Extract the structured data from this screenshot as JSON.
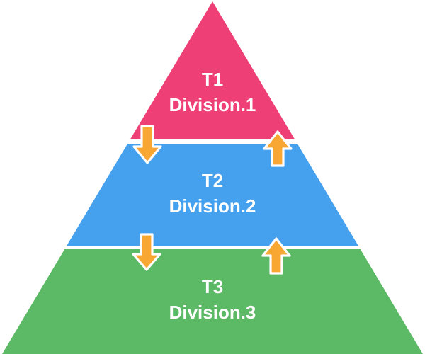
{
  "diagram": {
    "type": "pyramid",
    "background_color": "#ffffff",
    "text_color": "#ffffff",
    "tiers": [
      {
        "name": "tier-1",
        "line1": "T1",
        "line2": "Division.1",
        "color": "#ee4077"
      },
      {
        "name": "tier-2",
        "line1": "T2",
        "line2": "Division.2",
        "color": "#45a1ee"
      },
      {
        "name": "tier-3",
        "line1": "T3",
        "line2": "Division.3",
        "color": "#5cb966"
      }
    ],
    "arrows": {
      "fill_color": "#f9a733",
      "outline_color": "#ffffff",
      "items": [
        {
          "icon": "arrow-down-icon",
          "between": "tier-1/tier-2",
          "side": "left"
        },
        {
          "icon": "arrow-up-icon",
          "between": "tier-1/tier-2",
          "side": "right"
        },
        {
          "icon": "arrow-down-icon",
          "between": "tier-2/tier-3",
          "side": "left"
        },
        {
          "icon": "arrow-up-icon",
          "between": "tier-2/tier-3",
          "side": "right"
        }
      ]
    }
  }
}
